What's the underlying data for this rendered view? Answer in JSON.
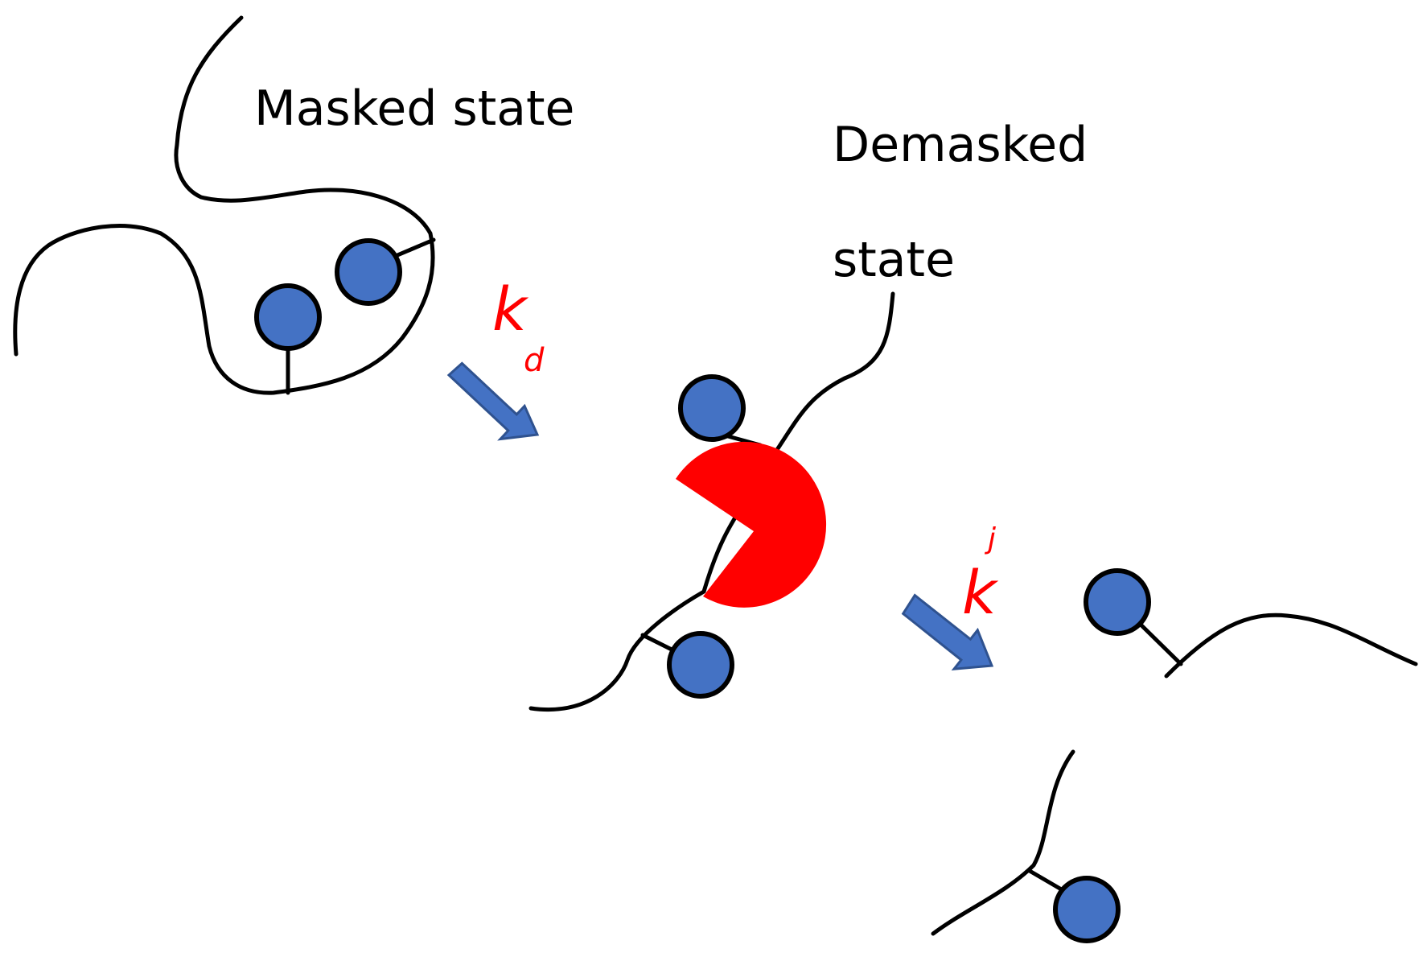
{
  "labels": {
    "masked": "Masked state",
    "demasked_line1": "Demasked",
    "demasked_line2": "state"
  },
  "rates": {
    "kd_symbol": "k",
    "kd_subscript": "d",
    "kj_symbol": "k",
    "kj_superscript": "j"
  },
  "colors": {
    "bead": "#4472C4",
    "enzyme": "#FF0000",
    "arrow": "#4472C4",
    "rate_text": "#FF0000",
    "line": "#000000"
  }
}
